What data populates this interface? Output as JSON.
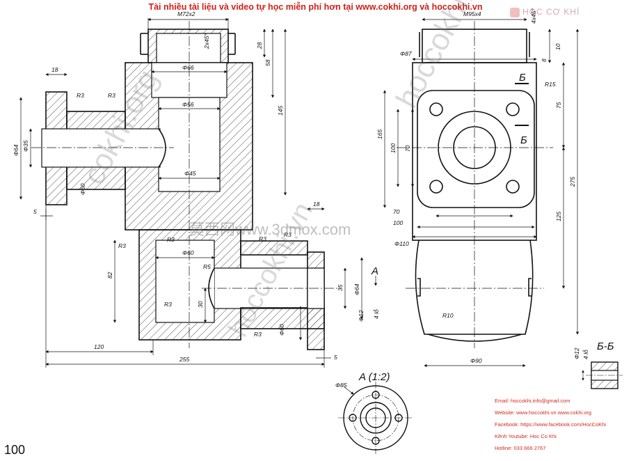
{
  "header": {
    "title": "Tài nhiều tài liệu và video tự học miễn phí hơn tại www.cokhi.org và hoccokhi.vn"
  },
  "logo": {
    "text": "HỌC CƠ KHÍ"
  },
  "watermarks": [
    "cokhi.org",
    "hoccokhi.vn",
    "莫西网www.3dmox.com"
  ],
  "contact": {
    "email": "Email: hoccokhi.info@gmail.com",
    "website": "Website: www.hoccokhi.vn www.cokhi.org",
    "facebook": "Facebook: https://www.facebook.com/HocCoKhi",
    "youtube": "Kênh Youtube: Hoc Co Khi",
    "hotline": "Hotline: 033 666 2767"
  },
  "page_number": "100",
  "drawing": {
    "section_label": "Б-Б",
    "view_label": "A (1:2)",
    "arrow_label": "A",
    "cut_marks": [
      "Б",
      "Б"
    ],
    "front_view_dims": {
      "thread_top": "M72x2",
      "chamfer_top": "2x45°",
      "d66": "Φ66",
      "d56": "Φ56",
      "d45": "Φ45",
      "d60_mid": "Φ60",
      "d60_left": "Φ60",
      "d60_bottom": "Φ60",
      "d64_left": "Φ64",
      "d35_left": "Φ35",
      "d64_right": "Φ64",
      "d35_right": "35",
      "d12": "Φ12",
      "holes4": "4 lỗ",
      "r3_a": "R3",
      "r3_b": "R3",
      "r3_c": "R3",
      "r3_d": "R3",
      "r3_e": "R3",
      "r3_f": "R3",
      "r3_g": "R3",
      "r3_h": "R3",
      "r5": "R5",
      "len18_left": "18",
      "len18_right": "18",
      "len28": "28",
      "len58": "58",
      "len145": "145",
      "len82": "82",
      "len30": "30",
      "len5_left": "5",
      "len5_right": "5",
      "len120": "120",
      "len255": "255"
    },
    "side_view_dims": {
      "thread_top": "M95x4",
      "chamfer": "4x45°",
      "d87": "Φ87",
      "len10": "10",
      "len8": "8",
      "r15": "R15",
      "len75": "75",
      "len165": "165",
      "len100_v": "100",
      "len70_v": "70",
      "len275": "275",
      "len125": "125",
      "len70_h": "70",
      "len100_h": "100",
      "d110": "Φ110",
      "r10": "R10",
      "d90": "Φ90"
    },
    "section_dims": {
      "d12": "Φ12",
      "holes4": "4 lỗ"
    },
    "detail_dims": {
      "d85": "Φ85"
    }
  }
}
